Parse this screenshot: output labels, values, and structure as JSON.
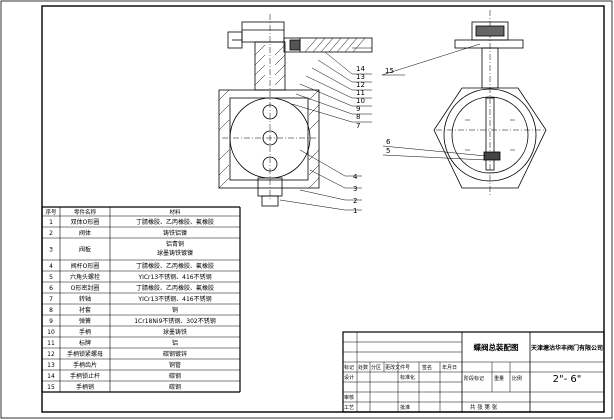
{
  "parts_table": {
    "header": [
      "序号",
      "零件名称",
      "材料"
    ],
    "rows": [
      [
        "1",
        "双体O形圈",
        "丁腈橡胶、乙丙橡胶、氟橡胶"
      ],
      [
        "2",
        "阀体",
        "铸铁铝镍"
      ],
      [
        "3",
        "阀板",
        "铝青铜\n球墨铸铁镀镍"
      ],
      [
        "4",
        "阀杆O形圈",
        "丁腈橡胶、乙丙橡胶、氟橡胶"
      ],
      [
        "5",
        "六角头螺栓",
        "YICr13不锈钢、416不锈钢"
      ],
      [
        "6",
        "O形密封圈",
        "丁腈橡胶、乙丙橡胶、氟橡胶"
      ],
      [
        "7",
        "转轴",
        "YICr13不锈钢、416不锈钢"
      ],
      [
        "8",
        "衬套",
        "铜"
      ],
      [
        "9",
        "弹簧",
        "1Cr18Ni9不锈钢、302不锈钢"
      ],
      [
        "10",
        "手柄",
        "球墨铸铁"
      ],
      [
        "11",
        "标牌",
        "铝"
      ],
      [
        "12",
        "手柄锁紧螺母",
        "碳钢镀锌"
      ],
      [
        "13",
        "手柄齿片",
        "铜管"
      ],
      [
        "14",
        "手柄锁止杆",
        "碳钢"
      ],
      [
        "15",
        "手柄销",
        "碳钢"
      ]
    ]
  },
  "title_block": {
    "drawing_title": "蝶阀总装配图",
    "company": "天津塘沽华丰阀门有限公司",
    "size_range": "2\"- 6\"",
    "row_labels": [
      "标记",
      "处数",
      "分区",
      "更改文件号",
      "签名",
      "年月日"
    ],
    "design_label": "设计",
    "standard_label": "标准化",
    "review_label": "审核",
    "process_label": "工艺",
    "approve_label": "批准",
    "stage_label": "阶段标记",
    "weight_label": "重量",
    "scale_label": "比例",
    "sheet_label": "共 张 第 张"
  },
  "callouts": {
    "left_view": [
      "14",
      "13",
      "12",
      "11",
      "10",
      "9",
      "8",
      "7",
      "4",
      "3",
      "2",
      "1"
    ],
    "right_view": [
      "15",
      "6",
      "5"
    ]
  }
}
